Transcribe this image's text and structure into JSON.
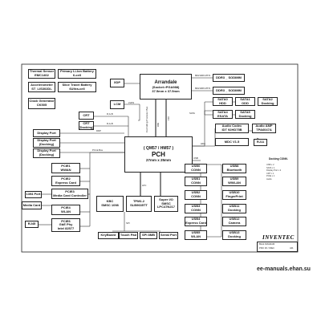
{
  "blocks": {
    "thermal_sensor": [
      "Thermal Sensor",
      "EMC1402"
    ],
    "primary_battery": [
      "Primary Li-Ion Battery",
      "6-cell"
    ],
    "accelerometer": [
      "Accelerometer",
      "ST_LIS302DL"
    ],
    "slice_battery": [
      "Slice Travel Battery",
      "6Ultra-cell"
    ],
    "clock_gen": [
      "Clock Generator",
      "CK505"
    ],
    "xdp": [
      "XDP"
    ],
    "lcm": [
      "LCM"
    ],
    "crt_1": [
      "CRT"
    ],
    "crt_2": [
      "CRT",
      "(Docking)"
    ],
    "display_port_1": [
      "Display Port"
    ],
    "display_port_2": [
      "Display Port",
      "(Docking)"
    ],
    "display_port_3": [
      "Display Port",
      "(Docking)"
    ],
    "arrandale": [
      "Arrandale",
      "(Socket rPGA988)",
      "37.5mm x 37.5mm"
    ],
    "ddr3_a": [
      "DDR3 _ SODIMM"
    ],
    "ddr3_b": [
      "DDR3 _ SODIMM"
    ],
    "sata0": [
      "SATA0",
      "HDD"
    ],
    "sata1": [
      "SATA1",
      "ODD"
    ],
    "sata2": [
      "SATA2",
      "Docking"
    ],
    "sata4": [
      "SATA4",
      "ESATA"
    ],
    "sata5": [
      "SATA5",
      "Docking"
    ],
    "audio_codec": [
      "Audio Codec",
      "IDT 92HD75B"
    ],
    "audio_amp": [
      "Audio AMP",
      "TPA6047A"
    ],
    "mdc": [
      "MDC V1.5"
    ],
    "rj11": [
      "RJ11"
    ],
    "pch": [
      "( QM57 / HM57 )",
      "PCH",
      "27mm x 25mm"
    ],
    "pcie1": [
      "PCIE1",
      "WWAN"
    ],
    "pcie2": [
      "PCIE2",
      "Express Card"
    ],
    "pcie3": [
      "PCIE3",
      "Media Card Controller"
    ],
    "pcie4": [
      "PCIE4",
      "WLAN"
    ],
    "pcie6": [
      "PCIE6",
      "GbE Phy",
      "Intel 82577"
    ],
    "port_1394": [
      "1394 Port"
    ],
    "media_card": [
      "Media Card"
    ],
    "rj45": [
      "RJ45"
    ],
    "kbc": [
      "KBC",
      "SMSC 1098"
    ],
    "tpm": [
      "TPM1.2",
      "SLB9635TT"
    ],
    "super_io": [
      "Super I/O",
      "SMSC",
      "LPC47N217"
    ],
    "keyboard": [
      "KeyBoard"
    ],
    "touch_pad": [
      "Touch Pad"
    ],
    "spi_rom": [
      "SPI 8MB"
    ],
    "serial_port": [
      "Serial Port"
    ],
    "usb0": [
      "USB0",
      "CONN"
    ],
    "usb1": [
      "USB1",
      "CONN"
    ],
    "usb2": [
      "USB2",
      "CONN"
    ],
    "usb3": [
      "USB3",
      "CONN"
    ],
    "usb4": [
      "USB4",
      "Express Card"
    ],
    "usb5": [
      "USB5",
      "WLAN"
    ],
    "usb8": [
      "USB8",
      "Bluetooth"
    ],
    "usb9": [
      "USB9",
      "WWLAN"
    ],
    "usb10": [
      "USB10",
      "FingerPrint"
    ],
    "usb11": [
      "USB11",
      "Docking"
    ],
    "usb12": [
      "USB12",
      "Camera"
    ],
    "usb13": [
      "USB13",
      "Docking"
    ]
  },
  "labels": {
    "mem_ch_a": "800/1066 MT/S",
    "mem_ch_b": "800/1066 MT/S",
    "fdi": "FDI",
    "dmi": "DMI",
    "hda": "HDA",
    "sata_bus": "SATA",
    "lvds": "LVDS",
    "rgb_1": "R,G,B",
    "rgb_2": "R,G,B",
    "ddp": "DDP",
    "pcie_bus": "PCI-E Bus",
    "lpc": "LPC",
    "spi": "SPI",
    "usb_bus": "USB",
    "cpu_bus": "Controlling Processor Bus"
  },
  "title_block": {
    "brand": "INVENTEC",
    "title": "Block DIAGRAM",
    "model": "PNN: 9X / 9XEC",
    "rev": "A01"
  },
  "docking": {
    "caption": "Docking CONN.",
    "items": [
      "USB x 2",
      "SATA x 1",
      "Display Port x 2",
      "CRT x 1",
      "PCIE x 1",
      "Audio"
    ]
  },
  "watermark": "ee-manuals.ehan.su"
}
